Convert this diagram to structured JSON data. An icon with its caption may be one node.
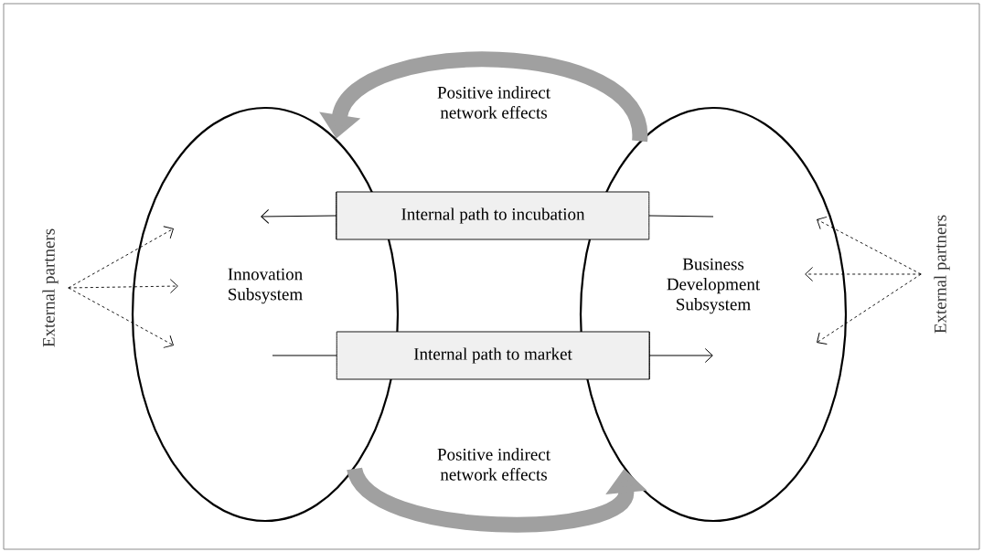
{
  "diagram": {
    "nodes": [
      {
        "text": [
          "Innovation Subsystem"
        ]
      },
      {
        "text": [
          "Business Development Subsystem"
        ]
      },
      {
        "text": [
          "Internal path to incubation"
        ]
      },
      {
        "text": [
          "Internal path to market"
        ]
      },
      {
        "text": [
          "External partners"
        ]
      },
      {
        "text": [
          "External partners"
        ]
      }
    ],
    "edges": [
      {
        "from": 4,
        "to": 0,
        "arrow": "to",
        "style": "dashed"
      },
      {
        "from": 4,
        "to": 0,
        "arrow": "to",
        "style": "dashed"
      },
      {
        "from": 4,
        "to": 0,
        "arrow": "to",
        "style": "dashed"
      },
      {
        "from": 5,
        "to": 1,
        "arrow": "to",
        "style": "dashed"
      },
      {
        "from": 5,
        "to": 1,
        "arrow": "to",
        "style": "dashed"
      },
      {
        "from": 5,
        "to": 1,
        "arrow": "to",
        "style": "dashed"
      },
      {
        "from": 1,
        "to": 2,
        "arrow": "none"
      },
      {
        "from": 2,
        "to": 0,
        "arrow": "to"
      },
      {
        "from": 0,
        "to": 3,
        "arrow": "none"
      },
      {
        "from": 3,
        "to": 1,
        "arrow": "to"
      },
      {
        "from": 1,
        "to": 0,
        "arrow": "to",
        "label": "Positive indirect network effects",
        "style": "thick",
        "color": "#a0a0a0"
      },
      {
        "from": 0,
        "to": 1,
        "arrow": "to",
        "label": "Positive indirect network effects",
        "style": "thick",
        "color": "#a0a0a0"
      }
    ]
  }
}
